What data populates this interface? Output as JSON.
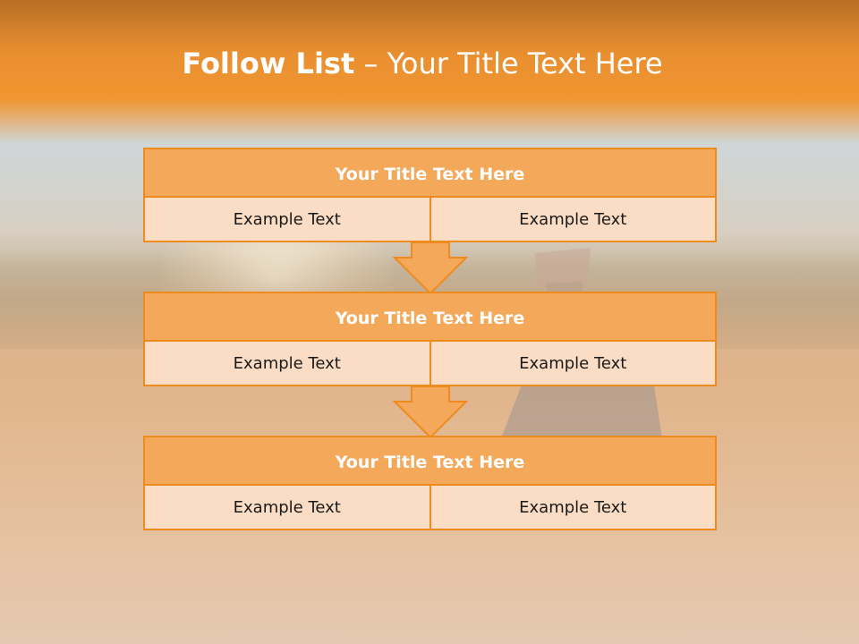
{
  "slide": {
    "title_bold": "Follow List",
    "title_rest": "– Your Title Text Here"
  },
  "blocks": [
    {
      "title": "Your Title Text Here",
      "left": "Example Text",
      "right": "Example Text"
    },
    {
      "title": "Your Title Text Here",
      "left": "Example Text",
      "right": "Example Text"
    },
    {
      "title": "Your Title Text Here",
      "left": "Example Text",
      "right": "Example Text"
    }
  ],
  "colors": {
    "accent": "#ef8a1e",
    "header_fill": "#f4a85a",
    "cell_fill": "#fbdcc4"
  }
}
